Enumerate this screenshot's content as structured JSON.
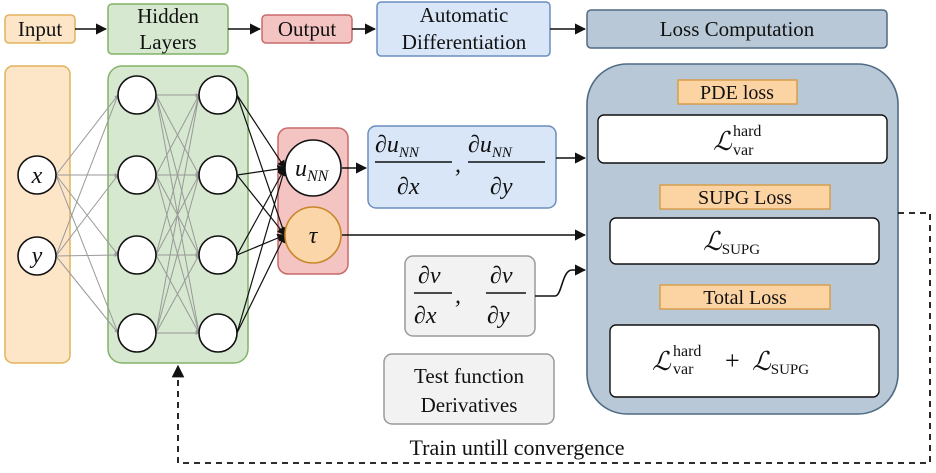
{
  "legend": {
    "input": "Input",
    "hidden_line1": "Hidden",
    "hidden_line2": "Layers",
    "output": "Output",
    "autodiff_line1": "Automatic",
    "autodiff_line2": "Differentiation",
    "loss": "Loss Computation"
  },
  "inputs": {
    "x": "x",
    "y": "y"
  },
  "outputs": {
    "u": "u",
    "u_sub": "NN",
    "tau": "τ"
  },
  "derivatives": {
    "partial": "∂",
    "u": "u",
    "u_sub": "NN",
    "x": "x",
    "y": "y",
    "comma": ","
  },
  "test_derivatives": {
    "v": "v",
    "x": "x",
    "y": "y",
    "comma": ","
  },
  "loss_panel": {
    "pde_label": "PDE loss",
    "supg_label": "SUPG Loss",
    "total_label": "Total Loss",
    "script_L": "ℒ",
    "var": "var",
    "hard": "hard",
    "supg_sub": "SUPG",
    "plus": "+"
  },
  "test_function_line1": "Test function",
  "test_function_line2": "Derivatives",
  "train_label": "Train untill convergence",
  "colors": {
    "input_fill": "#fde6c8",
    "input_stroke": "#e0b35a",
    "hidden_fill": "#d6e8cf",
    "hidden_stroke": "#82b366",
    "output_fill": "#f4c4c3",
    "output_stroke": "#c96a6a",
    "autodiff_fill": "#d8e6f7",
    "autodiff_stroke": "#6c8ebf",
    "loss_fill": "#b8c8d6",
    "loss_stroke": "#4f6b84",
    "orange_fill": "#fcd4a4",
    "orange_stroke": "#d79b44",
    "tau_fill": "#fbd6a8",
    "tau_stroke": "#c8862a",
    "gray_fill": "#f2f2f2",
    "gray_stroke": "#9a9a9a",
    "edge": "#888888"
  }
}
